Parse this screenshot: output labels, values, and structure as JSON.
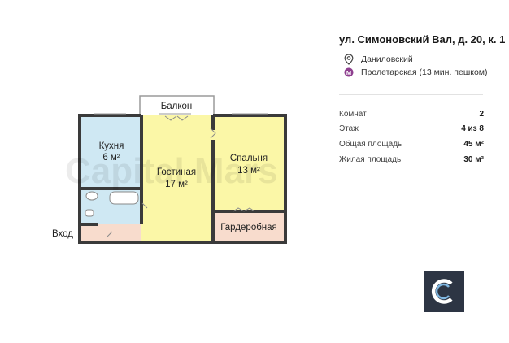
{
  "plan": {
    "rooms": [
      {
        "name": "Кухня",
        "area": "6 м²"
      },
      {
        "name": "Гостиная",
        "area": "17 м²"
      },
      {
        "name": "Спальня",
        "area": "13 м²"
      },
      {
        "name": "Гардеробная"
      }
    ],
    "balcony_label": "Балкон",
    "entrance_label": "Вход",
    "watermark": "Capital Mars",
    "colors": {
      "kitchen": "#cfe8f3",
      "living": "#fbf7a7",
      "bedroom": "#fbf7a7",
      "wardrobe": "#f8dccd",
      "hall": "#f8dccd",
      "bath": "#cfe8f3",
      "wall": "#3a3a3a"
    }
  },
  "listing": {
    "address": "ул. Симоновский Вал, д. 20, к. 1",
    "district": "Даниловский",
    "metro": "Пролетарская (13 мин. пешком)",
    "metro_color": "#8e3f8f",
    "stats": [
      {
        "label": "Комнат",
        "value": "2"
      },
      {
        "label": "Этаж",
        "value": "4 из 8"
      },
      {
        "label": "Общая площадь",
        "value": "45 м²"
      },
      {
        "label": "Жилая площадь",
        "value": "30 м²"
      }
    ]
  },
  "logo": {
    "icon": "capital-mars-c-logo",
    "bg": "#2d3544"
  }
}
